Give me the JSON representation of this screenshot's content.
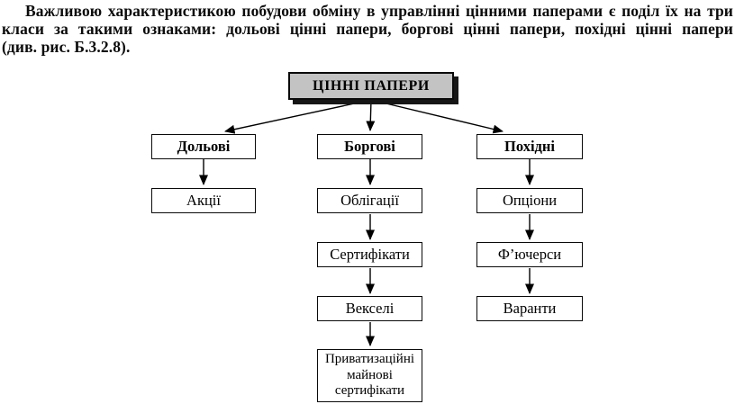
{
  "paragraph": {
    "lines": [
      "Важливою характеристикою побудови обміну в управлінні цінними паперами є поділ їх на три",
      "класи за такими ознаками: дольові цінні папери, боргові цінні папери, похідні цінні папери",
      "(див. рис. Б.3.2.8)."
    ],
    "figure_reference": "Б.3.2.8"
  },
  "diagram": {
    "root": {
      "label": "ЦІННІ ПАПЕРИ"
    },
    "branches": [
      {
        "label": "Дольові",
        "children": [
          "Акції"
        ]
      },
      {
        "label": "Боргові",
        "children": [
          "Облігації",
          "Сертифікати",
          "Векселі",
          "Приватизаційні майнові сертифікати"
        ]
      },
      {
        "label": "Похідні",
        "children": [
          "Опціони",
          "Ф’ючерси",
          "Варанти"
        ]
      }
    ],
    "colors": {
      "root_fill": "#c3c3c3",
      "root_shadow": "#161616",
      "box_border": "#0a0a0a",
      "box_fill": "#ffffff",
      "line_color": "#000000"
    }
  }
}
